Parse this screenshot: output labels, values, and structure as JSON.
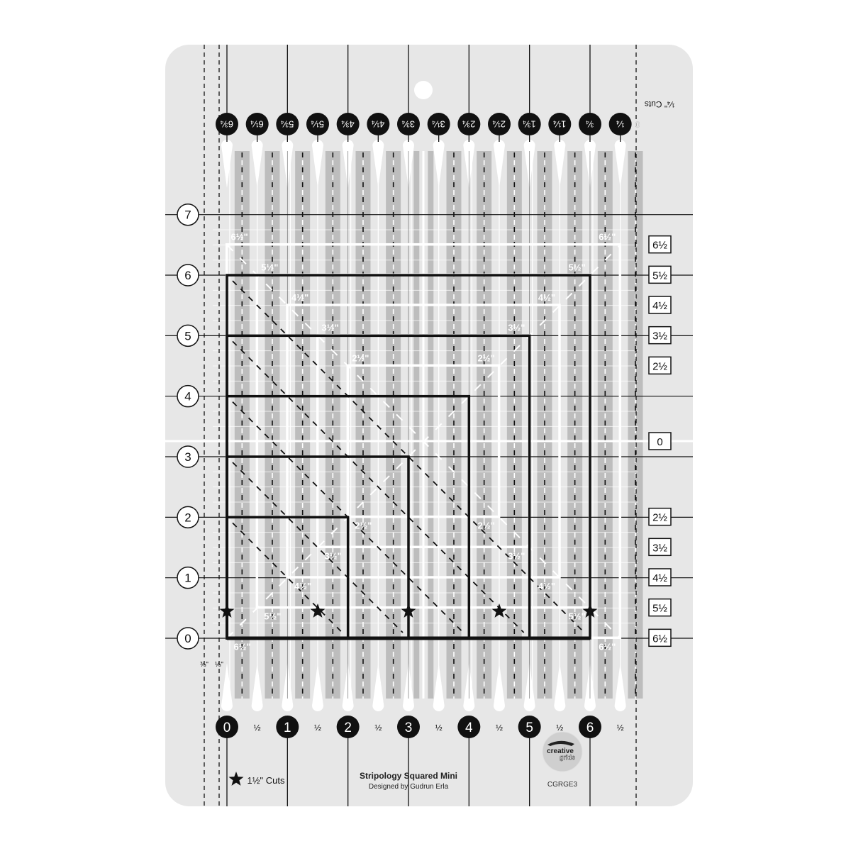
{
  "product": {
    "name": "Stripology Squared Mini",
    "designer": "Designed by Gudrun Erla",
    "code": "CGRGE3",
    "cuts_legend": "1½\" Cuts",
    "quarter_cuts": "¼\" Cuts",
    "logo_text_top": "creative",
    "logo_text_bottom": "grids"
  },
  "top_labels": [
    "6¾",
    "6¼",
    "5¾",
    "5¼",
    "4¾",
    "4¼",
    "3¾",
    "3¼",
    "2¾",
    "2¼",
    "1¾",
    "1¼",
    "¾",
    "¼"
  ],
  "top_zero": "0",
  "bottom_labels": [
    "0",
    "½",
    "1",
    "½",
    "2",
    "½",
    "3",
    "½",
    "4",
    "½",
    "5",
    "½",
    "6",
    "½"
  ],
  "left_labels": [
    "0",
    "1",
    "2",
    "3",
    "4",
    "5",
    "6",
    "7"
  ],
  "right_labels": [
    "6½",
    "5½",
    "4½",
    "3½",
    "2½",
    "0",
    "2½",
    "3½",
    "4½",
    "5½",
    "6½"
  ],
  "seam_labels": [
    "⅜\"",
    "⅛\""
  ],
  "diag_labels": {
    "top_left": [
      "6½\"",
      "5½\"",
      "4½\"",
      "3½\"",
      "2½\""
    ],
    "top_right": [
      "6½\"",
      "5½\"",
      "4½\"",
      "3½\"",
      "2½\""
    ],
    "bottom_left": [
      "6½\"",
      "5½\"",
      "4½\"",
      "3½\"",
      "2½\""
    ],
    "bottom_right": [
      "6½\"",
      "5½\"",
      "4½\"",
      "3½\"",
      "2½\""
    ]
  },
  "star_positions_inches": [
    0,
    1.5,
    3,
    4.5,
    6
  ],
  "black_square_sizes_inches": [
    2,
    3,
    4,
    5,
    6
  ],
  "white_square_sizes_inches": [
    2.5,
    3.5,
    4.5,
    5.5,
    6.5
  ],
  "colors": {
    "board": "#e7e7e7",
    "strip": "#bdbdbd",
    "ink": "#111111",
    "highlight": "#ffffff"
  }
}
